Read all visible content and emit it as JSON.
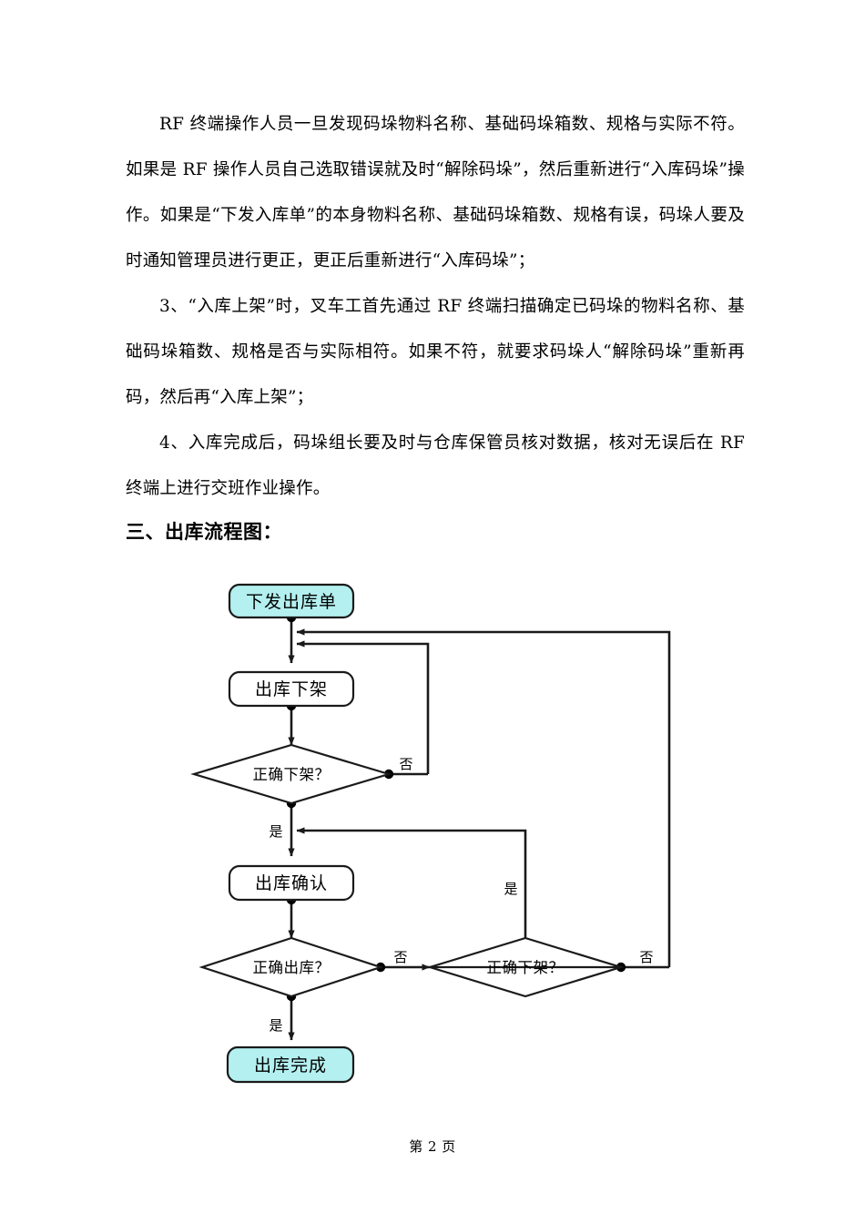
{
  "document": {
    "paragraphs": [
      "RF 终端操作人员一旦发现码垛物料名称、基础码垛箱数、规格与实际不符。如果是 RF 操作人员自己选取错误就及时“解除码垛”，然后重新进行“入库码垛”操作。如果是“下发入库单”的本身物料名称、基础码垛箱数、规格有误，码垛人要及时通知管理员进行更正，更正后重新进行“入库码垛”；",
      "3、“入库上架”时，叉车工首先通过 RF 终端扫描确定已码垛的物料名称、基础码垛箱数、规格是否与实际相符。如果不符，就要求码垛人“解除码垛”重新再码，然后再“入库上架”；",
      "4、入库完成后，码垛组长要及时与仓库保管员核对数据，核对无误后在 RF 终端上进行交班作业操作。"
    ],
    "heading": "三、出库流程图：",
    "footer": "第 2 页"
  },
  "flowchart": {
    "nodes": {
      "start": "下发出库单",
      "step_picking": "出库下架",
      "decision_picking": "正确下架？",
      "step_confirm": "出库确认",
      "decision_outbound": "正确出库？",
      "decision_picking2": "正确下架？",
      "end": "出库完成"
    },
    "edge_labels": {
      "no_1": "否",
      "yes_1": "是",
      "no_2": "否",
      "yes_2": "是",
      "no_3": "否",
      "yes_3": "是"
    },
    "colors": {
      "terminal_fill": "#b4f0f0",
      "process_fill": "#ffffff",
      "stroke": "#1a1a1a"
    }
  }
}
